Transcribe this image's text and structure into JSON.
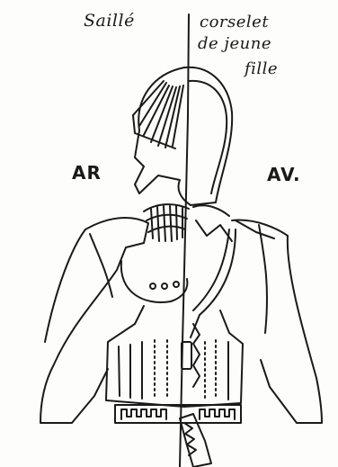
{
  "labels": {
    "left_title": "Saillé",
    "right_title_line1": "corselet",
    "right_title_line2": "de jeune",
    "right_title_line3": "fille",
    "back": "AR",
    "front": "AV."
  },
  "colors": {
    "ink": "#1a1a1a",
    "paper": "#fdfdfb"
  }
}
